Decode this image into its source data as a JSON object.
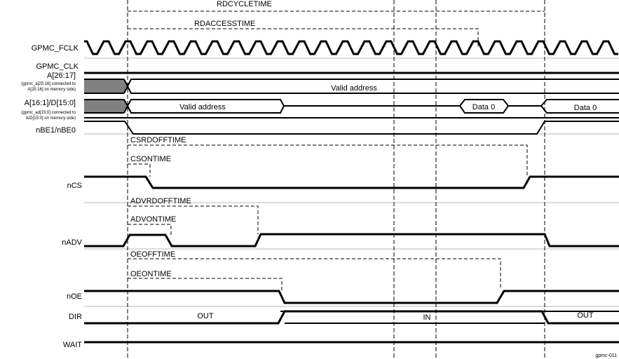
{
  "signals": {
    "gpmc_fclk": "GPMC_FCLK",
    "gpmc_clk": "GPMC_CLK",
    "a_26_17": "A[26:17]",
    "a_26_17_note1": "(gpmc_a[25:16] connected to",
    "a_26_17_note2": "A[25:16] on memory side)",
    "a_16_1": "A[16:1]/D[15:0]",
    "a_16_1_note1": "(gpmc_ad[15:0] connected to",
    "a_16_1_note2": "A/D[15:0] on memory side)",
    "nbe": "nBE1/nBE0",
    "ncs": "nCS",
    "nadv": "nADV",
    "noe": "nOE",
    "dir": "DIR",
    "wait": "WAIT"
  },
  "timings": {
    "rdcycletime": "RDCYCLETIME",
    "rdaccesstime": "RDACCESSTIME",
    "csrdofftime": "CSRDOFFTIME",
    "csontime": "CSONTIME",
    "advrdofftime": "ADVRDOFFTIME",
    "advontime": "ADVONTIME",
    "oeofftime": "OEOFFTIME",
    "oeontime": "OEONTIME"
  },
  "values": {
    "valid_address_high": "Valid address",
    "valid_address_low": "Valid address",
    "data0_a": "Data 0",
    "data0_b": "Data 0",
    "dir_out_1": "OUT",
    "dir_in": "IN",
    "dir_out_2": "OUT"
  },
  "figure_id": "gpmc-011"
}
